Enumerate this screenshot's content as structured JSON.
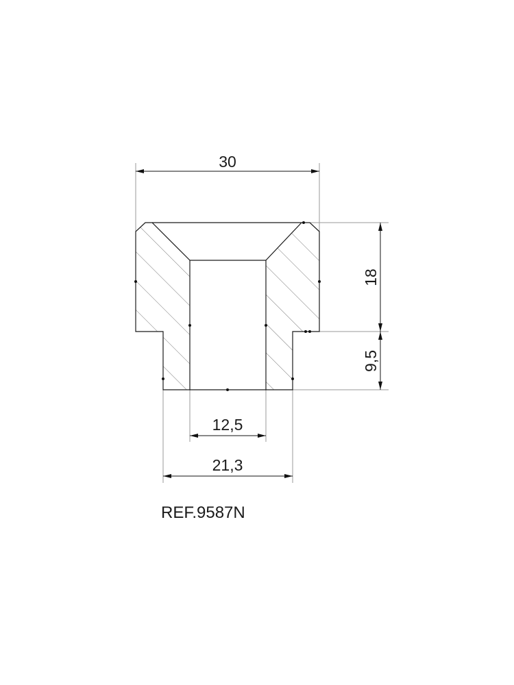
{
  "drawing": {
    "dimensions": {
      "overall_width": "30",
      "top_height": "18",
      "spigot_height": "9,5",
      "bore_diameter": "12,5",
      "spigot_diameter": "21,3"
    },
    "reference": "REF.9587N",
    "line_color": "#1a1a1a",
    "extension_color": "#9a9a9a"
  }
}
